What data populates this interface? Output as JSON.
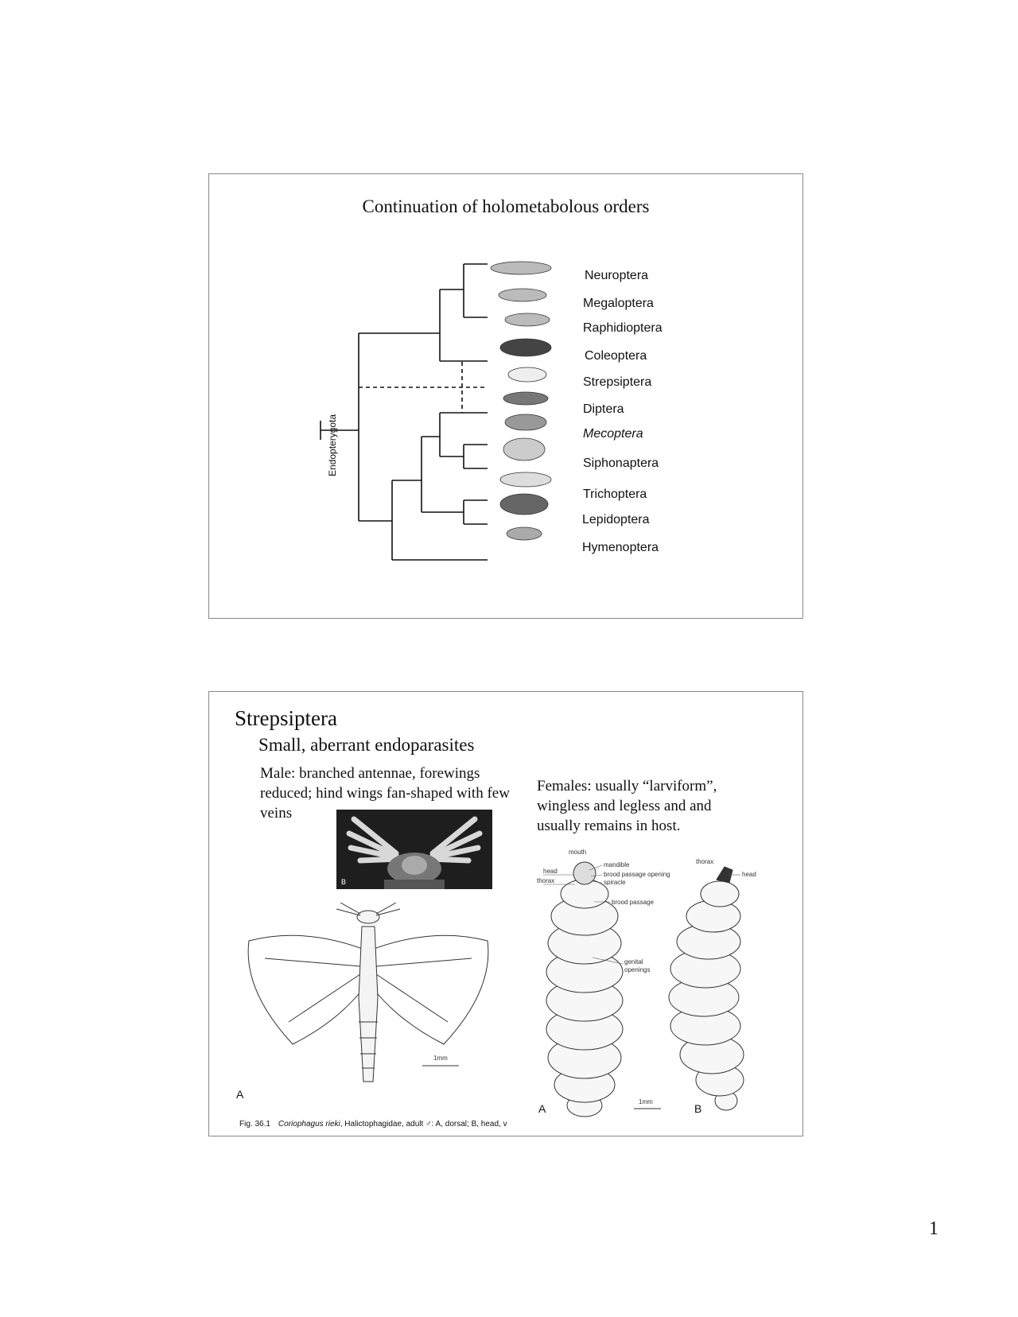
{
  "slide1": {
    "title": "Continuation of holometabolous orders",
    "clade_label": "Endopterygota",
    "taxa": [
      {
        "name": "Neuroptera",
        "italic": false
      },
      {
        "name": "Megaloptera",
        "italic": false
      },
      {
        "name": "Raphidioptera",
        "italic": false
      },
      {
        "name": "Coleoptera",
        "italic": false
      },
      {
        "name": "Strepsiptera",
        "italic": false
      },
      {
        "name": "Diptera",
        "italic": false
      },
      {
        "name": "Mecoptera",
        "italic": true
      },
      {
        "name": "Siphonaptera",
        "italic": false
      },
      {
        "name": "Trichoptera",
        "italic": false
      },
      {
        "name": "Lepidoptera",
        "italic": false
      },
      {
        "name": "Hymenoptera",
        "italic": false
      }
    ]
  },
  "slide2": {
    "title": "Strepsiptera",
    "subtitle": "Small, aberrant endoparasites",
    "male_text": "Male: branched antennae, forewings reduced; hind wings fan-shaped with few veins",
    "female_text": "Females: usually “larviform”, wingless and legless and  and usually remains in host.",
    "male_figure": {
      "photo_label": "B",
      "drawing_label": "A",
      "scale": "1mm",
      "caption_fig": "Fig. 36.1",
      "caption_species": "Coriophagus rieki",
      "caption_rest": ", Halictophagidae, adult ♂: A, dorsal; B, head, v"
    },
    "female_figure": {
      "labels": {
        "mouth": "mouth",
        "mandible": "mandible",
        "head": "head",
        "brood_opening": "brood passage opening",
        "spiracle": "spiracle",
        "thorax": "thorax",
        "brood_passage": "brood passage",
        "genital": "genital",
        "openings": "openings",
        "thorax_b": "thorax",
        "head_b": "head"
      },
      "label_a": "A",
      "label_b": "B",
      "scale": "1mm"
    }
  },
  "page_number": "1"
}
